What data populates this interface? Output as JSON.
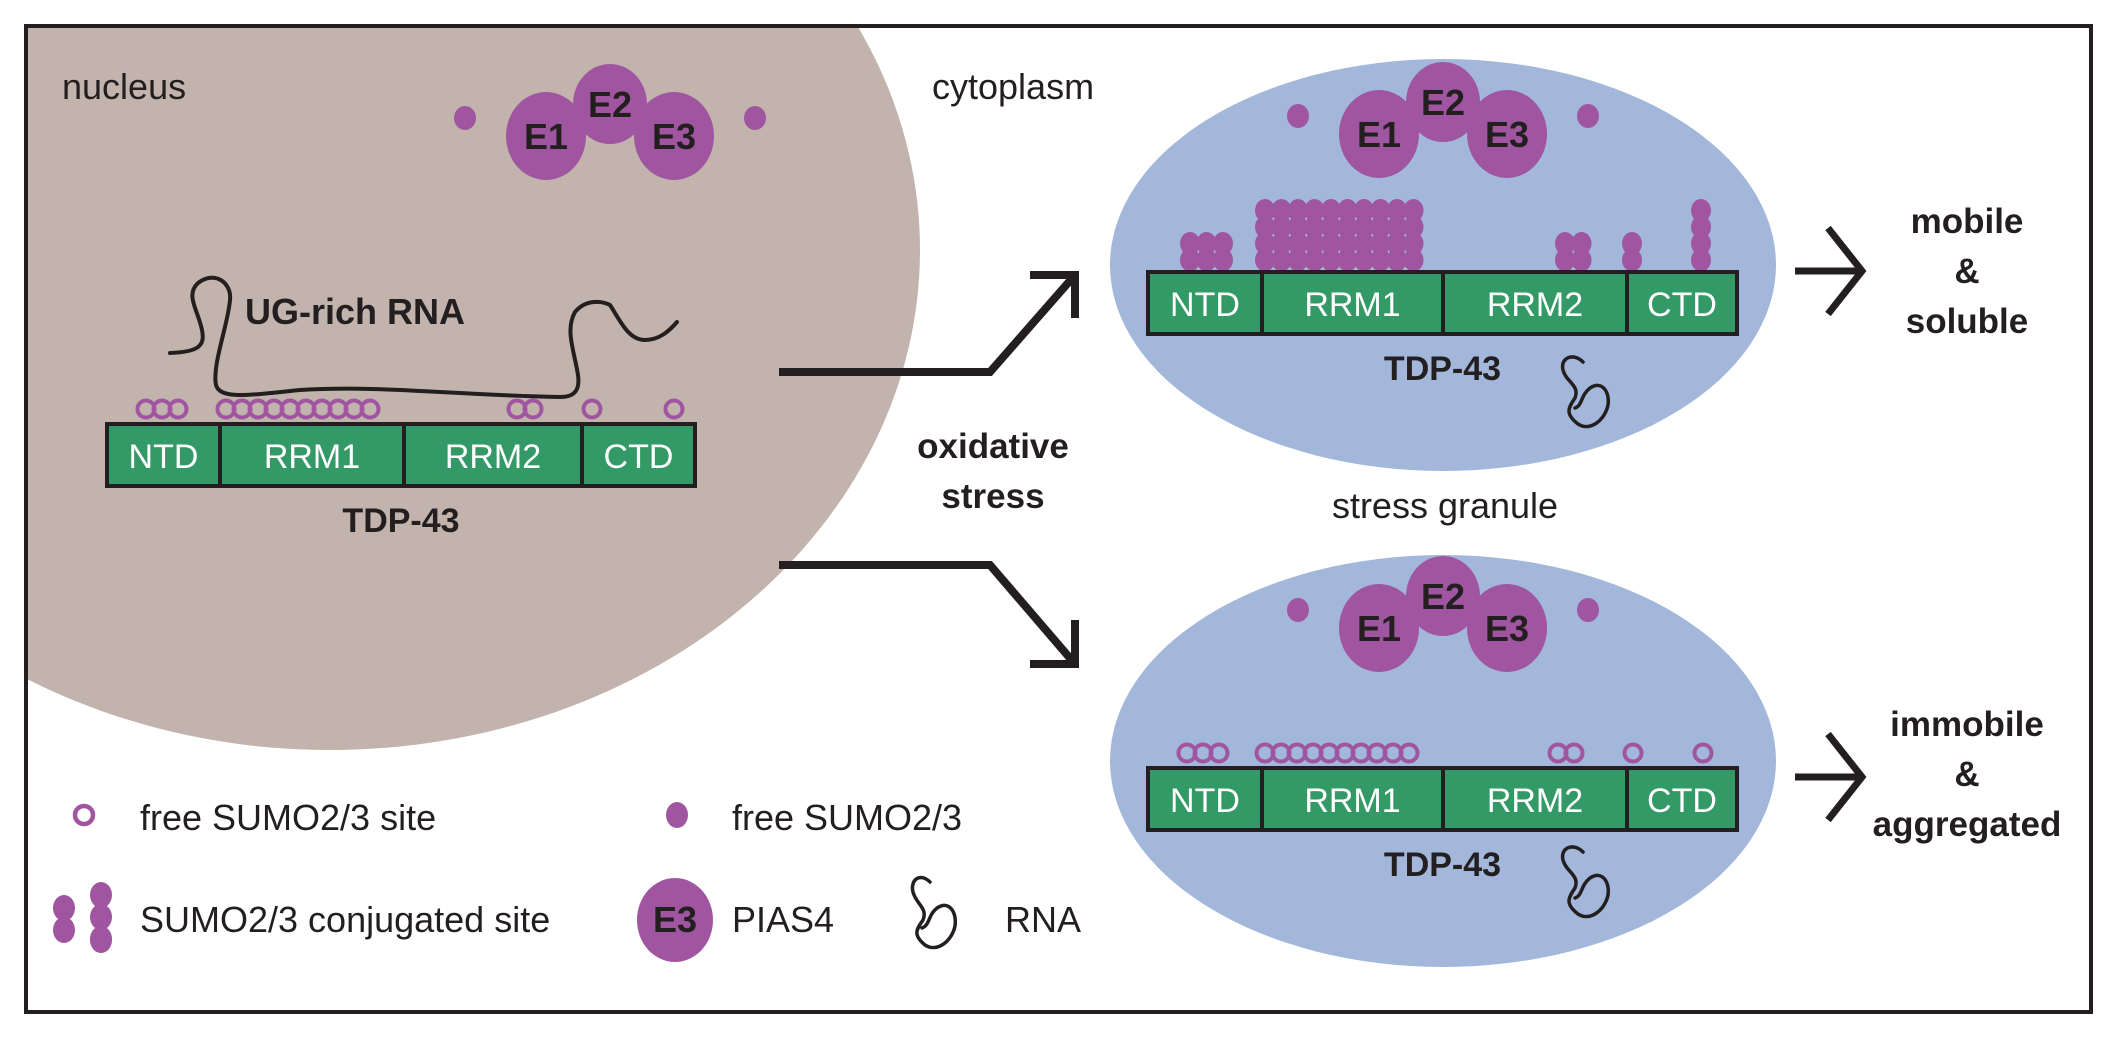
{
  "colors": {
    "nucleus": "#c2b4ac",
    "stress_granule": "#a3b7da",
    "domain_fill": "#339966",
    "sumo": "#a055a0",
    "ink": "#231f20"
  },
  "labels": {
    "nucleus": "nucleus",
    "cytoplasm": "cytoplasm",
    "stress_granule": "stress granule",
    "ug_rich_rna": "UG-rich RNA",
    "oxidative_line1": "oxidative",
    "oxidative_line2": "stress",
    "outcome_top": [
      "mobile",
      "&",
      "soluble"
    ],
    "outcome_bottom": [
      "immobile",
      "&",
      "aggregated"
    ]
  },
  "enzymes": [
    "E1",
    "E2",
    "E3"
  ],
  "protein": {
    "name": "TDP-43",
    "domains": [
      "NTD",
      "RRM1",
      "RRM2",
      "CTD"
    ]
  },
  "sumo_sites": {
    "NTD": 3,
    "RRM1": 10,
    "RRM2": 2,
    "CTD": 2
  },
  "conjugated_stacks_top": {
    "NTD": {
      "columns": 3,
      "height": 2
    },
    "RRM1": {
      "columns": 10,
      "height": 4
    },
    "RRM2": {
      "columns": 2,
      "height": 2
    },
    "CTD": [
      {
        "columns": 1,
        "height": 2
      },
      {
        "columns": 1,
        "height": 4
      }
    ]
  },
  "legend": [
    {
      "icon": "open-circle-icon",
      "text": "free SUMO2/3 site"
    },
    {
      "icon": "filled-dot-icon",
      "text": "free SUMO2/3"
    },
    {
      "icon": "sumo-chain-icon",
      "text": "SUMO2/3 conjugated site"
    },
    {
      "icon": "e3-enzyme-icon",
      "icon_text": "E3",
      "text": "PIAS4"
    },
    {
      "icon": "rna-squiggle-icon",
      "text": "RNA"
    }
  ]
}
